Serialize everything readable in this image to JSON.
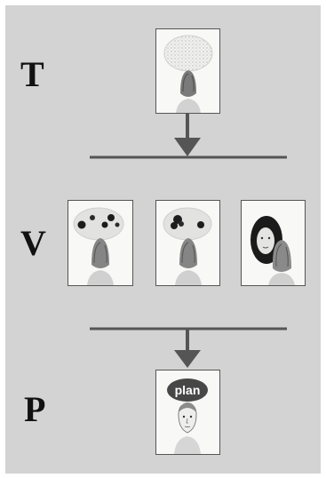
{
  "stages": {
    "t": {
      "label": "T"
    },
    "v": {
      "label": "V"
    },
    "p": {
      "label": "P"
    }
  },
  "plan_bubble": {
    "word": "plan"
  },
  "colors": {
    "panel": "#d3d3d3",
    "arrow": "#555555",
    "ink": "#111111",
    "card": "#f8f8f6"
  }
}
